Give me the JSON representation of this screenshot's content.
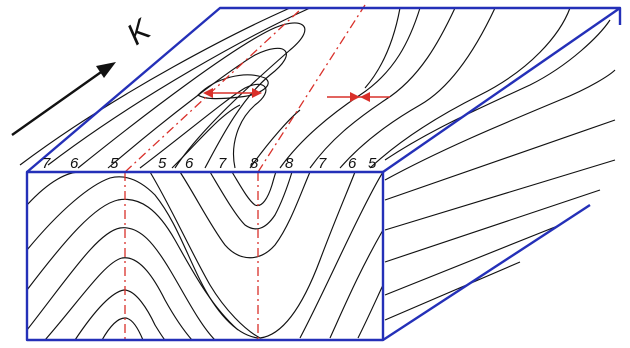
{
  "direction_label": "K",
  "contour_labels": [
    "7",
    "6",
    "5",
    "5",
    "6",
    "7",
    "8",
    "8",
    "7",
    "6",
    "5"
  ],
  "colors": {
    "block_edge": "#2430b8",
    "axis_line": "#d9302a",
    "contour_line": "#111111"
  }
}
